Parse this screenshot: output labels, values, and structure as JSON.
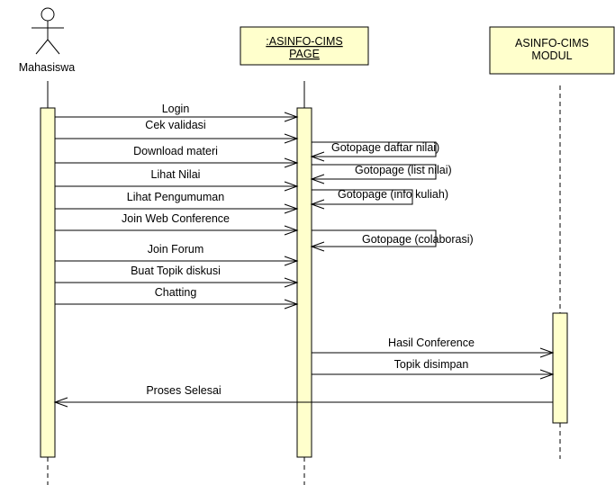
{
  "colors": {
    "activation_fill": "#ffffcc",
    "header_fill": "#ffffcc",
    "stroke": "#000000"
  },
  "actor": {
    "name": "Mahasiswa",
    "icon": "stick-figure-icon"
  },
  "lifelines": [
    {
      "id": "page",
      "title_line1": ":ASINFO-CIMS",
      "title_line2": "PAGE",
      "underlined": true
    },
    {
      "id": "modul",
      "title_line1": "ASINFO-CIMS",
      "title_line2": "MODUL",
      "underlined": false
    }
  ],
  "messages": [
    {
      "label": "Login",
      "from": "actor",
      "to": "page"
    },
    {
      "label": "Cek validasi",
      "from": "actor",
      "to": "page"
    },
    {
      "label": "Download materi",
      "from": "actor",
      "to": "page"
    },
    {
      "label": "Lihat Nilai",
      "from": "actor",
      "to": "page"
    },
    {
      "label": "Lihat Pengumuman",
      "from": "actor",
      "to": "page"
    },
    {
      "label": "Join Web Conference",
      "from": "actor",
      "to": "page"
    },
    {
      "label": "Join Forum",
      "from": "actor",
      "to": "page"
    },
    {
      "label": "Buat Topik diskusi",
      "from": "actor",
      "to": "page"
    },
    {
      "label": "Chatting",
      "from": "actor",
      "to": "page"
    },
    {
      "label": "Hasil Conference",
      "from": "page",
      "to": "modul"
    },
    {
      "label": "Topik disimpan",
      "from": "page",
      "to": "modul"
    },
    {
      "label": "Proses Selesai",
      "from": "modul",
      "to": "actor"
    }
  ],
  "self_messages": [
    {
      "label": "Gotopage daftar nilai)"
    },
    {
      "label": "Gotopage (list nilai)"
    },
    {
      "label": "Gotopage (info kuliah)"
    },
    {
      "label": "Gotopage (colaborasi)"
    }
  ]
}
